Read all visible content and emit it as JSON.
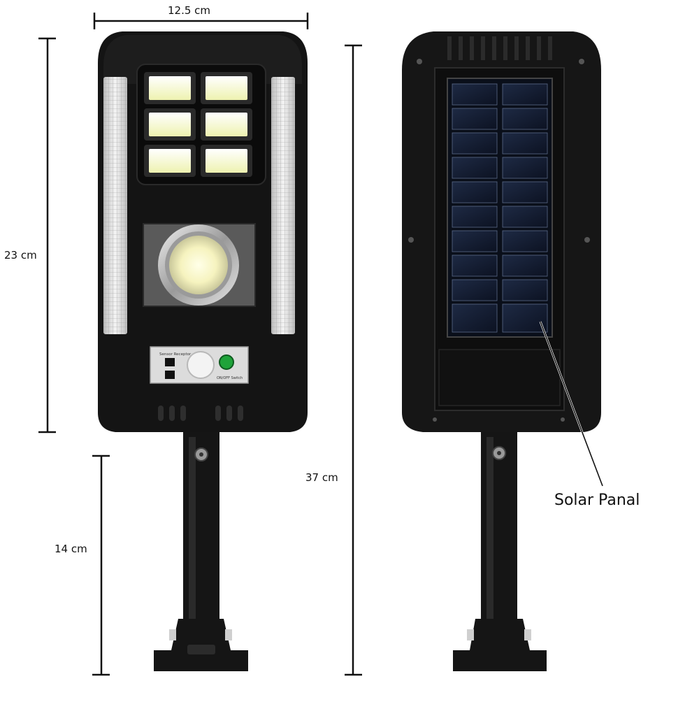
{
  "dimensions": {
    "width_label": "12.5 cm",
    "height_label": "23 cm",
    "bracket_label": "14 cm",
    "total_label": "37 cm"
  },
  "front_panel": {
    "sensor_label": "Sensor Receptor",
    "switch_label": "ON/OFF Switch"
  },
  "callout": {
    "label": "Solar Panal"
  },
  "colors": {
    "body": "#141414",
    "led": "#f4f7c8",
    "switch": "#1fa33a"
  }
}
